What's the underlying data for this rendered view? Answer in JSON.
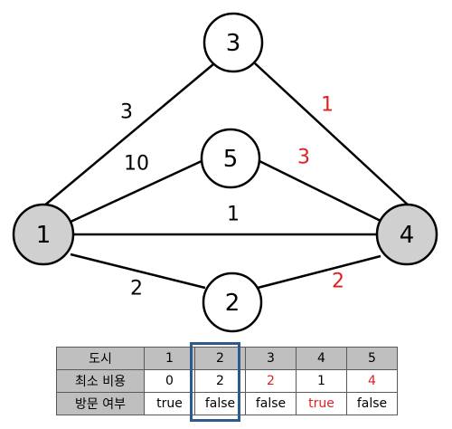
{
  "colors": {
    "highlight": "#e02020",
    "normal": "#000000",
    "node_gray": "#d0d0d0",
    "node_white": "#ffffff",
    "selected_border": "#2e5b8f",
    "table_header": "#bfbfbf"
  },
  "nodes": [
    {
      "id": "1",
      "label": "1",
      "fill": "gray"
    },
    {
      "id": "2",
      "label": "2",
      "fill": "white"
    },
    {
      "id": "3",
      "label": "3",
      "fill": "white"
    },
    {
      "id": "4",
      "label": "4",
      "fill": "gray"
    },
    {
      "id": "5",
      "label": "5",
      "fill": "white"
    }
  ],
  "edges": [
    {
      "from": "1",
      "to": "3",
      "weight": "3",
      "highlight": false
    },
    {
      "from": "1",
      "to": "5",
      "weight": "10",
      "highlight": false
    },
    {
      "from": "1",
      "to": "4",
      "weight": "1",
      "highlight": false
    },
    {
      "from": "1",
      "to": "2",
      "weight": "2",
      "highlight": false
    },
    {
      "from": "3",
      "to": "4",
      "weight": "1",
      "highlight": true
    },
    {
      "from": "5",
      "to": "4",
      "weight": "3",
      "highlight": true
    },
    {
      "from": "2",
      "to": "4",
      "weight": "2",
      "highlight": true
    }
  ],
  "table": {
    "header_label": "도시",
    "cities": [
      "1",
      "2",
      "3",
      "4",
      "5"
    ],
    "min_cost_label": "최소 비용",
    "min_cost": [
      {
        "value": "0",
        "highlight": false
      },
      {
        "value": "2",
        "highlight": false
      },
      {
        "value": "2",
        "highlight": true
      },
      {
        "value": "1",
        "highlight": false
      },
      {
        "value": "4",
        "highlight": true
      }
    ],
    "visited_label": "방문 여부",
    "visited": [
      {
        "value": "true",
        "highlight": false
      },
      {
        "value": "false",
        "highlight": false
      },
      {
        "value": "false",
        "highlight": false
      },
      {
        "value": "true",
        "highlight": true
      },
      {
        "value": "false",
        "highlight": false
      }
    ],
    "selected_city": "2"
  }
}
